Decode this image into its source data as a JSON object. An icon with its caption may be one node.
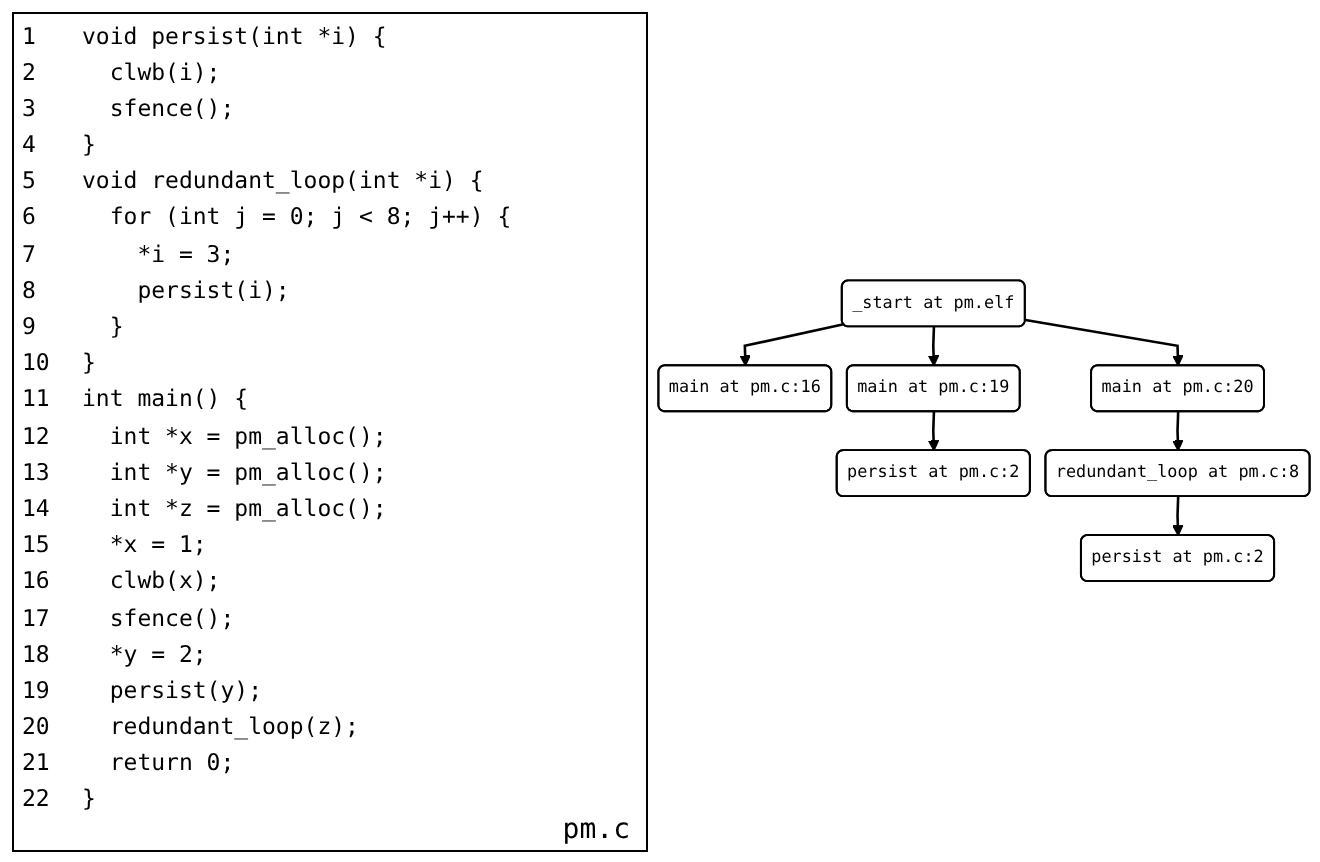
{
  "diagram": {
    "nodes": [
      {
        "text": [
          "_start at pm.elf"
        ]
      },
      {
        "text": [
          "main at pm.c:16"
        ]
      },
      {
        "text": [
          "main at pm.c:19"
        ]
      },
      {
        "text": [
          "main at pm.c:20"
        ]
      },
      {
        "text": [
          "persist at pm.c:2"
        ]
      },
      {
        "text": [
          "redundant_loop at pm.c:8"
        ]
      },
      {
        "text": [
          "persist at pm.c:2"
        ]
      }
    ],
    "edges": [
      {
        "from": 0,
        "to": 1,
        "arrow": "to"
      },
      {
        "from": 0,
        "to": 2,
        "arrow": "to"
      },
      {
        "from": 0,
        "to": 3,
        "arrow": "to"
      },
      {
        "from": 2,
        "to": 4,
        "arrow": "to"
      },
      {
        "from": 3,
        "to": 5,
        "arrow": "to"
      },
      {
        "from": 5,
        "to": 6,
        "arrow": "to"
      }
    ],
    "labels": [
      "1",
      "void persist(int *i) {",
      "2",
      "  clwb(i);",
      "3",
      "  sfence();",
      "4",
      "}",
      "5",
      "void redundant_loop(int *i) {",
      "6",
      "  for (int j = 0; j < 8; j++) {",
      "7",
      "    *i = 3;",
      "8",
      "    persist(i);",
      "9",
      "  }",
      "10",
      "}",
      "11",
      "int main() {",
      "12",
      "  int *x = pm_alloc();",
      "13",
      "  int *y = pm_alloc();",
      "14",
      "  int *z = pm_alloc();",
      "15",
      "  *x = 1;",
      "16",
      "  clwb(x);",
      "17",
      "  sfence();",
      "18",
      "  *y = 2;",
      "19",
      "  persist(y);",
      "20",
      "  redundant_loop(z);",
      "21",
      "  return 0;",
      "22",
      "}",
      "pm.c"
    ]
  }
}
